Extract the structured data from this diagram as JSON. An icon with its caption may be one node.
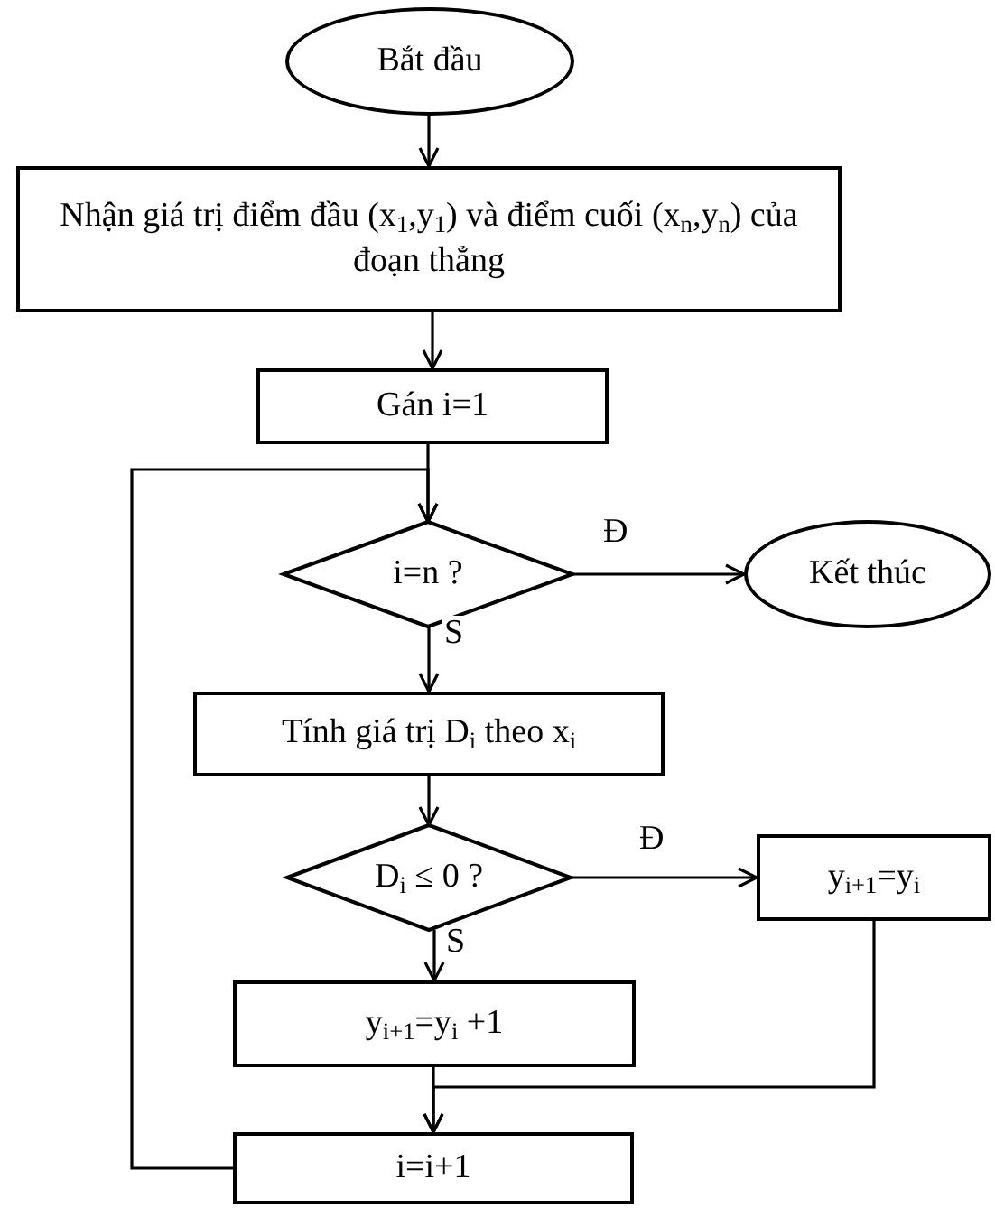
{
  "diagram": {
    "nodes": [
      {
        "text": [
          "Bắt đầu"
        ]
      },
      {
        "text": [
          "Nhận giá trị điểm đầu (x$_{1}$,y$_{1}$) và điểm cuối (x$_{n}$,y$_{n}$) của đoạn thẳng"
        ]
      },
      {
        "text": [
          "Gán i=1"
        ]
      },
      {
        "text": [
          "i=n ?"
        ]
      },
      {
        "text": [
          "Kết thúc"
        ]
      },
      {
        "text": [
          "Tính giá trị D$_{i}$ theo x$_{i}$"
        ]
      },
      {
        "text": [
          "D$_{i}$ ≤ 0 ?"
        ]
      },
      {
        "text": [
          "y$_{i+1}$=y$_{i}$"
        ]
      },
      {
        "text": [
          "y$_{i+1}$=y$_{i}$ +1"
        ]
      },
      {
        "text": [
          "i=i+1"
        ]
      }
    ],
    "edges": [
      {
        "from": 0,
        "to": 1,
        "arrow": "to"
      },
      {
        "from": 1,
        "to": 2,
        "arrow": "to"
      },
      {
        "from": 2,
        "to": 3,
        "arrow": "to"
      },
      {
        "from": 3,
        "to": 4,
        "arrow": "to",
        "label": "Đ"
      },
      {
        "from": 3,
        "to": 5,
        "arrow": "to",
        "label": "S"
      },
      {
        "from": 5,
        "to": 6,
        "arrow": "to"
      },
      {
        "from": 6,
        "to": 7,
        "arrow": "to",
        "label": "Đ"
      },
      {
        "from": 6,
        "to": 8,
        "arrow": "to",
        "label": "S"
      },
      {
        "from": 8,
        "to": 9,
        "arrow": "to"
      },
      {
        "from": 7,
        "to": 9,
        "arrow": "to"
      },
      {
        "from": 9,
        "to": 3,
        "arrow": "to"
      }
    ]
  }
}
